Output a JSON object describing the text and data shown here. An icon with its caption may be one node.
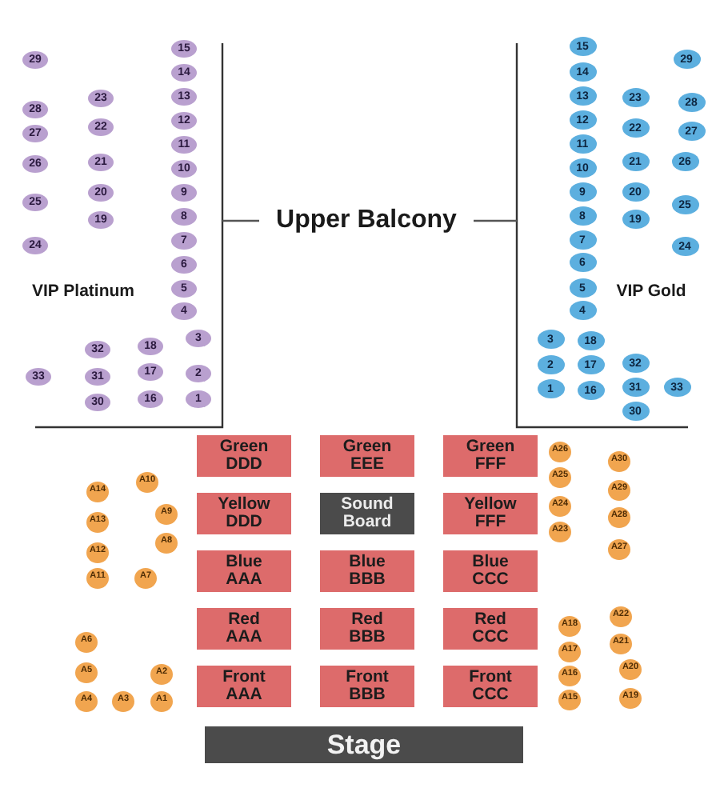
{
  "diagram": {
    "nodes": [
      {
        "text": [
          "1"
        ]
      },
      {
        "text": [
          "2"
        ]
      },
      {
        "text": [
          "3"
        ]
      },
      {
        "text": [
          "4"
        ]
      },
      {
        "text": [
          "5"
        ]
      },
      {
        "text": [
          "6"
        ]
      },
      {
        "text": [
          "7"
        ]
      },
      {
        "text": [
          "8"
        ]
      },
      {
        "text": [
          "9"
        ]
      },
      {
        "text": [
          "10"
        ]
      },
      {
        "text": [
          "11"
        ]
      },
      {
        "text": [
          "12"
        ]
      },
      {
        "text": [
          "13"
        ]
      },
      {
        "text": [
          "14"
        ]
      },
      {
        "text": [
          "15"
        ]
      },
      {
        "text": [
          "16"
        ]
      },
      {
        "text": [
          "17"
        ]
      },
      {
        "text": [
          "18"
        ]
      },
      {
        "text": [
          "19"
        ]
      },
      {
        "text": [
          "20"
        ]
      },
      {
        "text": [
          "21"
        ]
      },
      {
        "text": [
          "22"
        ]
      },
      {
        "text": [
          "23"
        ]
      },
      {
        "text": [
          "24"
        ]
      },
      {
        "text": [
          "25"
        ]
      },
      {
        "text": [
          "26"
        ]
      },
      {
        "text": [
          "27"
        ]
      },
      {
        "text": [
          "28"
        ]
      },
      {
        "text": [
          "29"
        ]
      },
      {
        "text": [
          "30"
        ]
      },
      {
        "text": [
          "31"
        ]
      },
      {
        "text": [
          "32"
        ]
      },
      {
        "text": [
          "33"
        ]
      },
      {
        "text": [
          "1"
        ]
      },
      {
        "text": [
          "2"
        ]
      },
      {
        "text": [
          "3"
        ]
      },
      {
        "text": [
          "4"
        ]
      },
      {
        "text": [
          "5"
        ]
      },
      {
        "text": [
          "6"
        ]
      },
      {
        "text": [
          "7"
        ]
      },
      {
        "text": [
          "8"
        ]
      },
      {
        "text": [
          "9"
        ]
      },
      {
        "text": [
          "10"
        ]
      },
      {
        "text": [
          "11"
        ]
      },
      {
        "text": [
          "12"
        ]
      },
      {
        "text": [
          "13"
        ]
      },
      {
        "text": [
          "14"
        ]
      },
      {
        "text": [
          "15"
        ]
      },
      {
        "text": [
          "16"
        ]
      },
      {
        "text": [
          "17"
        ]
      },
      {
        "text": [
          "18"
        ]
      },
      {
        "text": [
          "19"
        ]
      },
      {
        "text": [
          "20"
        ]
      },
      {
        "text": [
          "21"
        ]
      },
      {
        "text": [
          "22"
        ]
      },
      {
        "text": [
          "23"
        ]
      },
      {
        "text": [
          "24"
        ]
      },
      {
        "text": [
          "25"
        ]
      },
      {
        "text": [
          "26"
        ]
      },
      {
        "text": [
          "27"
        ]
      },
      {
        "text": [
          "28"
        ]
      },
      {
        "text": [
          "29"
        ]
      },
      {
        "text": [
          "30"
        ]
      },
      {
        "text": [
          "31"
        ]
      },
      {
        "text": [
          "32"
        ]
      },
      {
        "text": [
          "33"
        ]
      },
      {
        "text": [
          "Green DDD"
        ]
      },
      {
        "text": [
          "Green EEE"
        ]
      },
      {
        "text": [
          "Green FFF"
        ]
      },
      {
        "text": [
          "Yellow DDD"
        ]
      },
      {
        "text": [
          "Sound Board"
        ]
      },
      {
        "text": [
          "Yellow FFF"
        ]
      },
      {
        "text": [
          "Blue AAA"
        ]
      },
      {
        "text": [
          "Blue BBB"
        ]
      },
      {
        "text": [
          "Blue CCC"
        ]
      },
      {
        "text": [
          "Red AAA"
        ]
      },
      {
        "text": [
          "Red BBB"
        ]
      },
      {
        "text": [
          "Red CCC"
        ]
      },
      {
        "text": [
          "Front AAA"
        ]
      },
      {
        "text": [
          "Front BBB"
        ]
      },
      {
        "text": [
          "Front CCC"
        ]
      },
      {
        "text": [
          "A1"
        ]
      },
      {
        "text": [
          "A2"
        ]
      },
      {
        "text": [
          "A3"
        ]
      },
      {
        "text": [
          "A4"
        ]
      },
      {
        "text": [
          "A5"
        ]
      },
      {
        "text": [
          "A6"
        ]
      },
      {
        "text": [
          "A7"
        ]
      },
      {
        "text": [
          "A8"
        ]
      },
      {
        "text": [
          "A9"
        ]
      },
      {
        "text": [
          "A10"
        ]
      },
      {
        "text": [
          "A11"
        ]
      },
      {
        "text": [
          "A12"
        ]
      },
      {
        "text": [
          "A13"
        ]
      },
      {
        "text": [
          "A14"
        ]
      },
      {
        "text": [
          "A15"
        ]
      },
      {
        "text": [
          "A16"
        ]
      },
      {
        "text": [
          "A17"
        ]
      },
      {
        "text": [
          "A18"
        ]
      },
      {
        "text": [
          "A19"
        ]
      },
      {
        "text": [
          "A20"
        ]
      },
      {
        "text": [
          "A21"
        ]
      },
      {
        "text": [
          "A22"
        ]
      },
      {
        "text": [
          "A23"
        ]
      },
      {
        "text": [
          "A24"
        ]
      },
      {
        "text": [
          "A25"
        ]
      },
      {
        "text": [
          "A26"
        ]
      },
      {
        "text": [
          "A27"
        ]
      },
      {
        "text": [
          "A28"
        ]
      },
      {
        "text": [
          "A29"
        ]
      },
      {
        "text": [
          "A30"
        ]
      },
      {
        "text": [
          "Stage"
        ]
      }
    ],
    "labels": [
      "Upper Balcony",
      "VIP Platinum",
      "VIP Gold"
    ]
  }
}
